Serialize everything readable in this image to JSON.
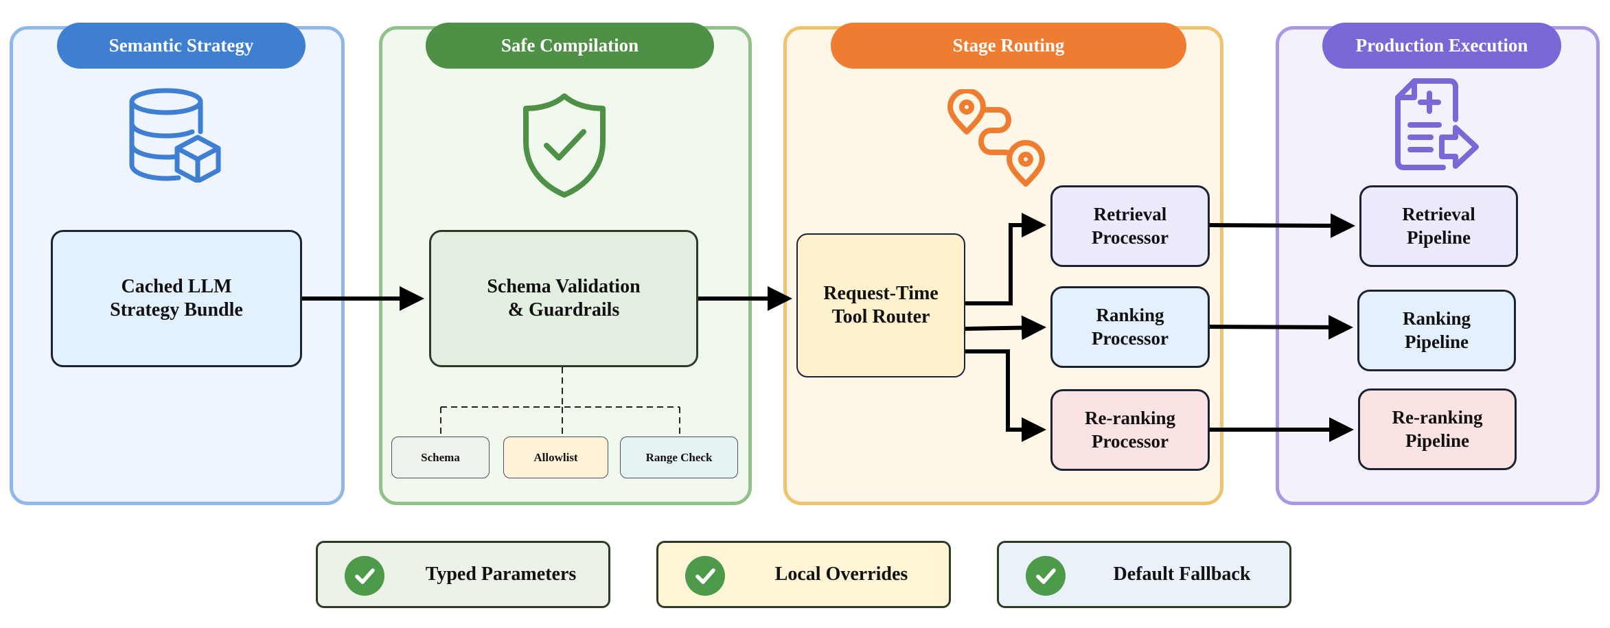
{
  "colors": {
    "blue": "#3f7fd2",
    "green": "#4e9146",
    "orange": "#ef7d31",
    "purple": "#7b67d6",
    "check_green": "#4e9a4b"
  },
  "panels": {
    "semantic": {
      "title": "Semantic Strategy",
      "icon": "database-cube-icon",
      "box": {
        "line1": "Cached LLM",
        "line2": "Strategy Bundle"
      }
    },
    "compilation": {
      "title": "Safe Compilation",
      "icon": "shield-check-icon",
      "box": {
        "line1": "Schema Validation",
        "line2": "& Guardrails"
      },
      "checks": [
        "Schema",
        "Allowlist",
        "Range Check"
      ]
    },
    "routing": {
      "title": "Stage Routing",
      "icon": "route-pins-icon",
      "router": {
        "line1": "Request-Time",
        "line2": "Tool Router"
      },
      "processors": [
        {
          "line1": "Retrieval",
          "line2": "Processor"
        },
        {
          "line1": "Ranking",
          "line2": "Processor"
        },
        {
          "line1": "Re-ranking",
          "line2": "Processor"
        }
      ]
    },
    "execution": {
      "title": "Production Execution",
      "icon": "document-export-icon",
      "pipelines": [
        {
          "line1": "Retrieval",
          "line2": "Pipeline"
        },
        {
          "line1": "Ranking",
          "line2": "Pipeline"
        },
        {
          "line1": "Re-ranking",
          "line2": "Pipeline"
        }
      ]
    }
  },
  "legend": [
    {
      "label": "Typed Parameters"
    },
    {
      "label": "Local Overrides"
    },
    {
      "label": "Default Fallback"
    }
  ]
}
